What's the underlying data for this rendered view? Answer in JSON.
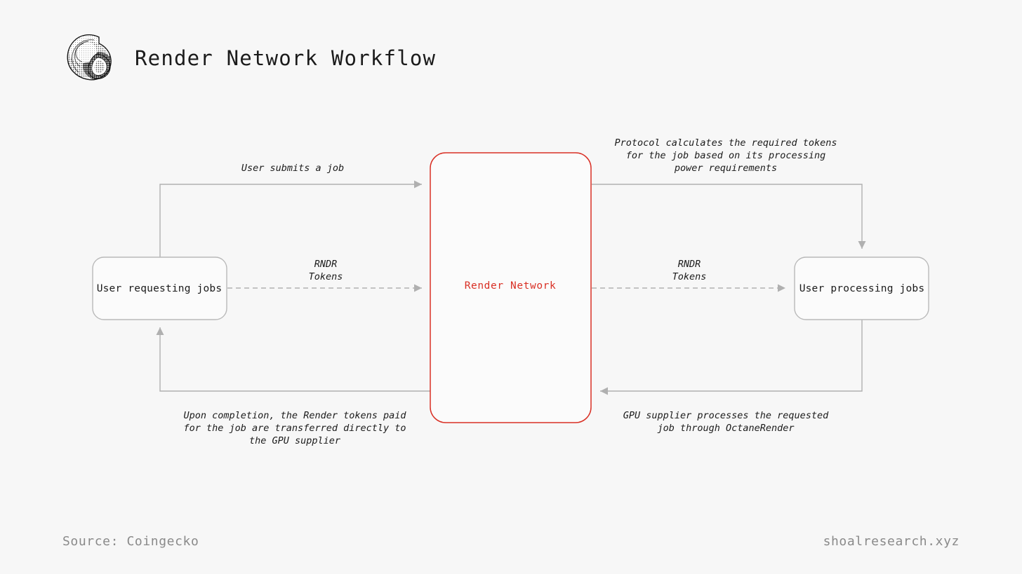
{
  "header": {
    "title": "Render Network Workflow",
    "logo_icon": "snail-shell-logo"
  },
  "diagram": {
    "type": "flow-diagram",
    "nodes": [
      {
        "id": "requester",
        "label": "User requesting jobs",
        "border_color": "#b9b9b9",
        "text_color": "#1b1b1b"
      },
      {
        "id": "render-network",
        "label": "Render Network",
        "border_color": "#d93025",
        "text_color": "#d93025"
      },
      {
        "id": "processor",
        "label": "User processing jobs",
        "border_color": "#b9b9b9",
        "text_color": "#1b1b1b"
      }
    ],
    "edges": [
      {
        "id": "submit-job",
        "label": "User submits a job",
        "style": "solid",
        "from": "requester",
        "to": "render-network"
      },
      {
        "id": "rndr-tokens-left",
        "label": "RNDR\nTokens",
        "style": "dashed",
        "from": "requester",
        "to": "render-network"
      },
      {
        "id": "protocol-calculates",
        "label": "Protocol calculates the required tokens\nfor the job based on its processing\npower requirements",
        "style": "solid",
        "from": "render-network",
        "to": "processor"
      },
      {
        "id": "rndr-tokens-right",
        "label": "RNDR\nTokens",
        "style": "dashed",
        "from": "render-network",
        "to": "processor"
      },
      {
        "id": "gpu-supplier-processes",
        "label": "GPU supplier processes the requested\njob through OctaneRender",
        "style": "solid",
        "from": "processor",
        "to": "render-network"
      },
      {
        "id": "upon-completion",
        "label": "Upon completion, the Render tokens paid\nfor the job are transferred directly to\nthe GPU supplier",
        "style": "solid",
        "from": "render-network",
        "to": "requester"
      }
    ],
    "line_color": "#b0b0b0",
    "arrow_color": "#b0b0b0"
  },
  "footer": {
    "source": "Source: Coingecko",
    "site": "shoalresearch.xyz"
  },
  "colors": {
    "background": "#f7f7f7",
    "accent_red": "#d93025",
    "node_border": "#b9b9b9",
    "edge_gray": "#b0b0b0",
    "footer_text": "#8a8a8a"
  }
}
